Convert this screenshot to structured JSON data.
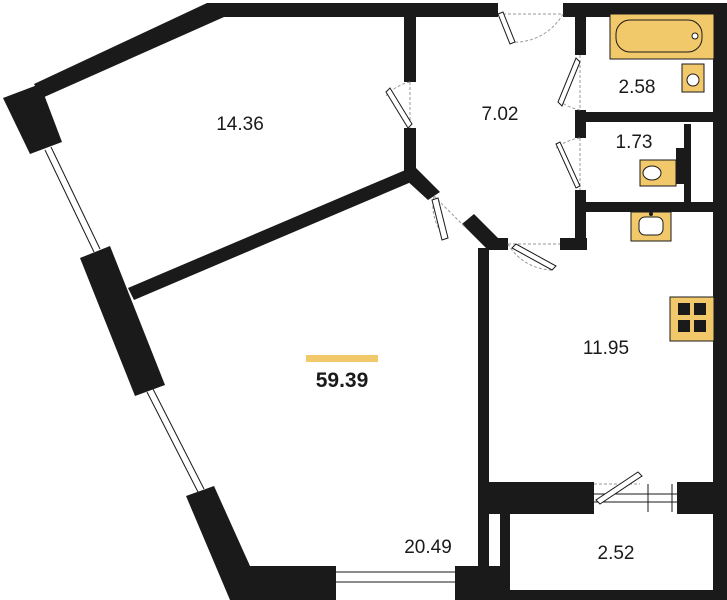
{
  "plan": {
    "total_area": "59.39",
    "accent_color": "#f2c96a",
    "wall_color": "#1a1a1a",
    "rooms": [
      {
        "id": "room-bedroom",
        "area": "14.36"
      },
      {
        "id": "room-hallway",
        "area": "7.02"
      },
      {
        "id": "room-bathroom",
        "area": "2.58"
      },
      {
        "id": "room-toilet",
        "area": "1.73"
      },
      {
        "id": "room-kitchen",
        "area": "11.95"
      },
      {
        "id": "room-living",
        "area": "20.49"
      },
      {
        "id": "room-balcony",
        "area": "2.52"
      }
    ],
    "fixtures": [
      "bathtub-icon",
      "sink-icon",
      "toilet-icon",
      "kitchen-sink-icon",
      "stove-icon"
    ]
  }
}
